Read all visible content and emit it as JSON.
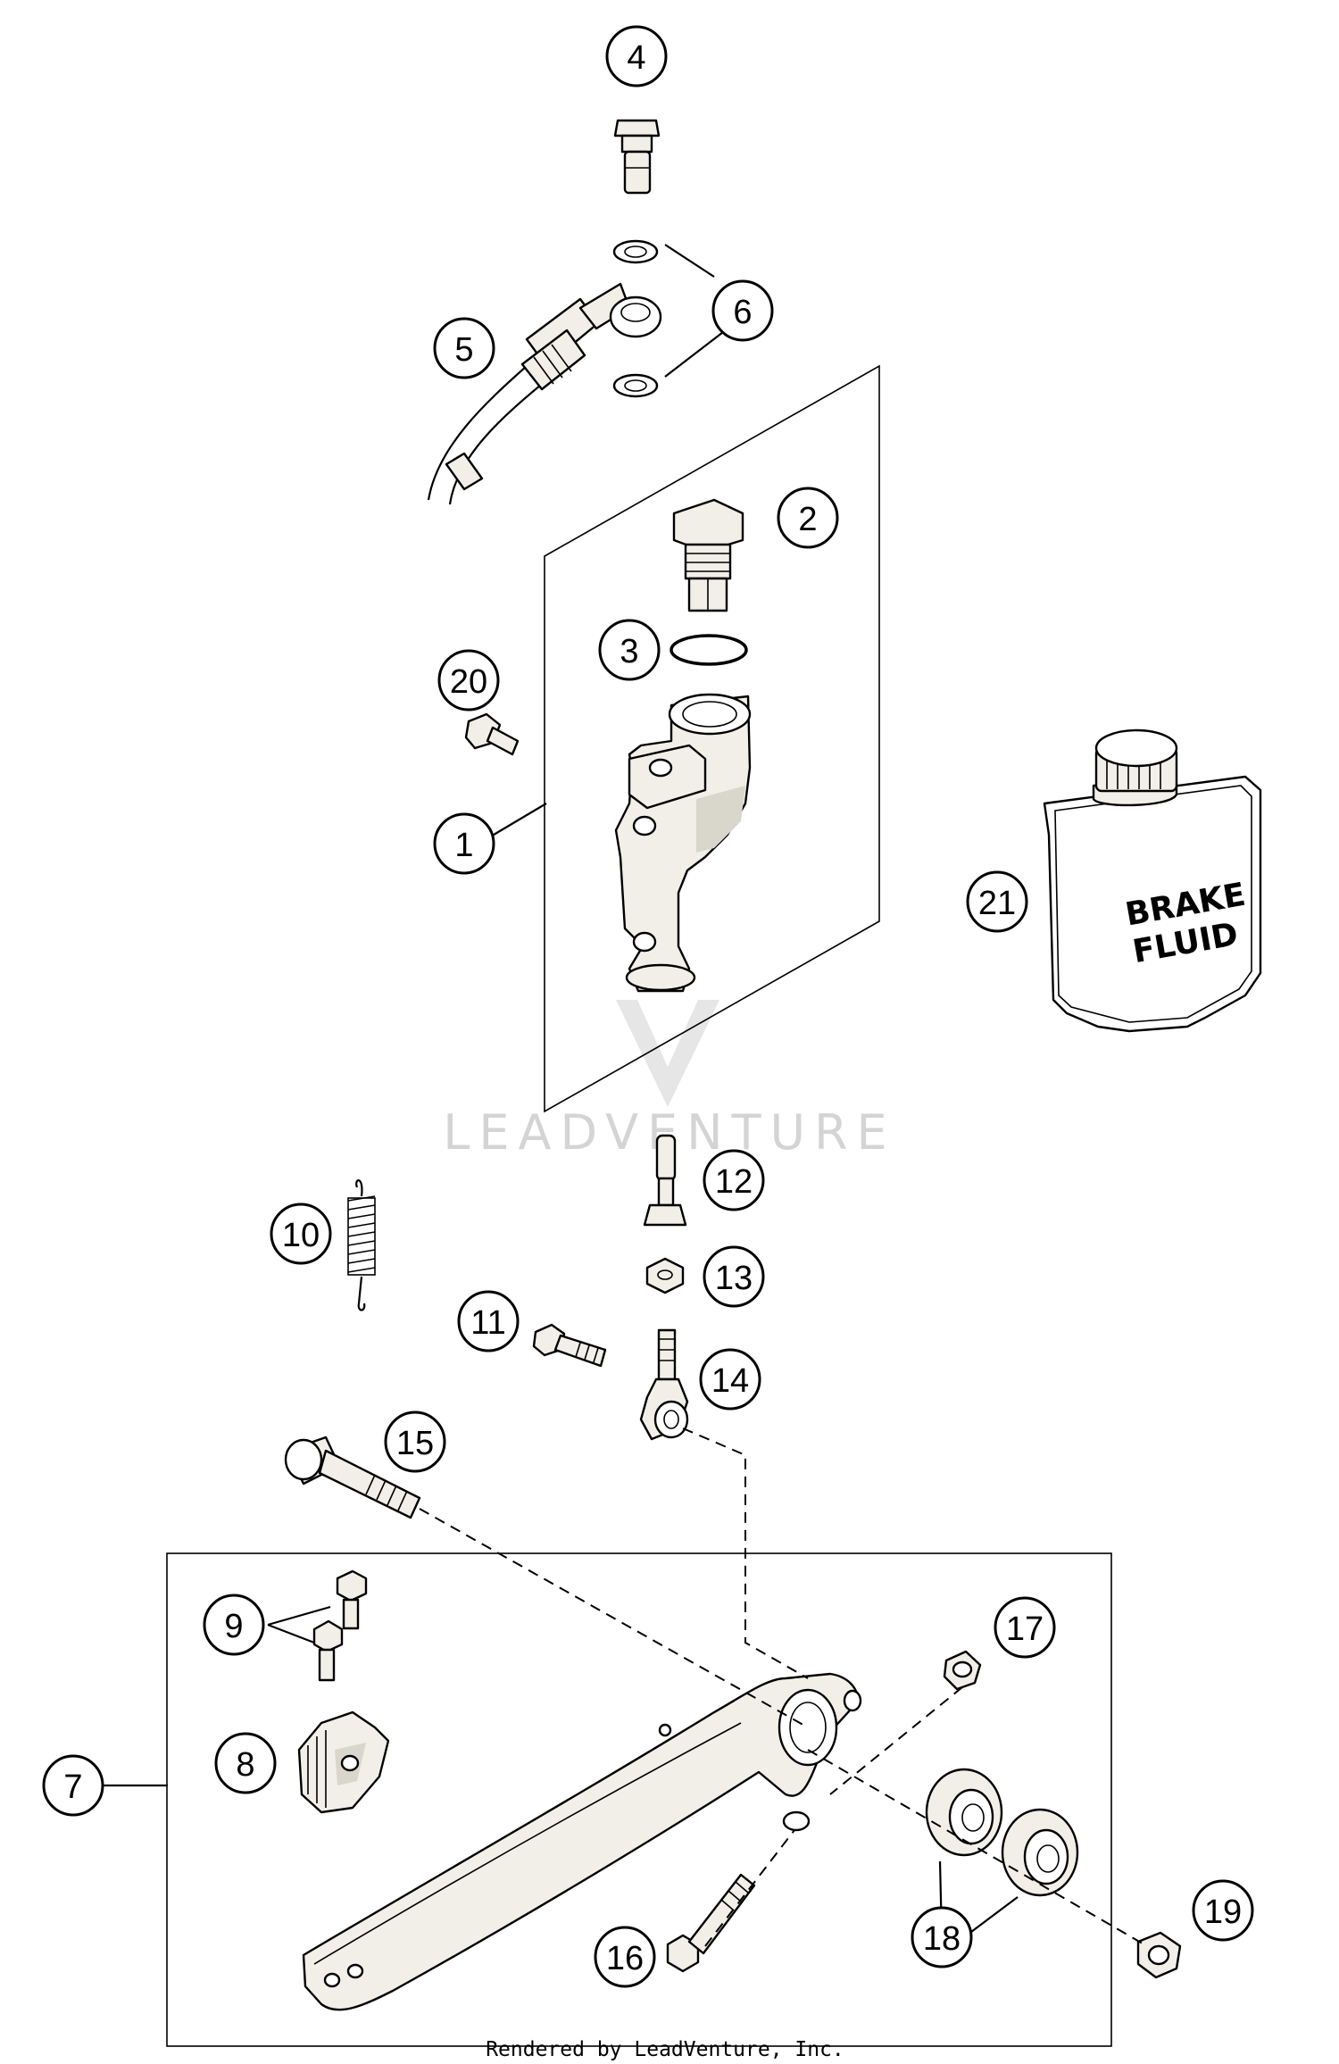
{
  "diagram": {
    "callouts": [
      "1",
      "2",
      "3",
      "4",
      "5",
      "6",
      "7",
      "8",
      "9",
      "10",
      "11",
      "12",
      "13",
      "14",
      "15",
      "16",
      "17",
      "18",
      "19",
      "20",
      "21"
    ],
    "container_label_line1": "BRAKE",
    "container_label_line2": "FLUID",
    "watermark": "LEADVENTURE",
    "footer": "Rendered by LeadVenture, Inc."
  }
}
